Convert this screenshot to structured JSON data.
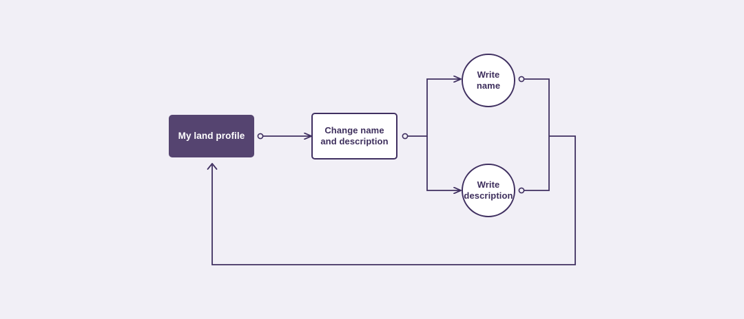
{
  "diagram": {
    "type": "flowchart",
    "background_color": "#f1eff6",
    "stroke_color": "#3f2f60",
    "accent_fill_color": "#554470",
    "text_color": "#3d2e5c",
    "inverse_text_color": "#ffffff",
    "nodes": [
      {
        "id": "my-land-profile",
        "label": "My land profile",
        "shape": "rounded-rectangle",
        "style": "filled"
      },
      {
        "id": "change-name-and-description",
        "label": "Change name\nand description",
        "shape": "rounded-rectangle",
        "style": "outline"
      },
      {
        "id": "write-name",
        "label": "Write\nname",
        "shape": "circle",
        "style": "outline"
      },
      {
        "id": "write-description",
        "label": "Write\ndescription",
        "shape": "circle",
        "style": "outline"
      }
    ],
    "edges": [
      {
        "id": "edge-profile-to-change",
        "from": "my-land-profile",
        "to": "change-name-and-description",
        "source_port": "circle",
        "target_marker": "arrow"
      },
      {
        "id": "edge-change-to-write-name",
        "from": "change-name-and-description",
        "to": "write-name",
        "source_port": "circle",
        "target_marker": "arrow"
      },
      {
        "id": "edge-change-to-write-description",
        "from": "change-name-and-description",
        "to": "write-description",
        "source_port": "circle",
        "target_marker": "arrow"
      },
      {
        "id": "edge-write-name-return",
        "from": "write-name",
        "to": "my-land-profile",
        "source_port": "circle",
        "target_marker": "arrow"
      },
      {
        "id": "edge-write-description-return",
        "from": "write-description",
        "to": "my-land-profile",
        "source_port": "circle",
        "target_marker": "arrow"
      }
    ]
  }
}
